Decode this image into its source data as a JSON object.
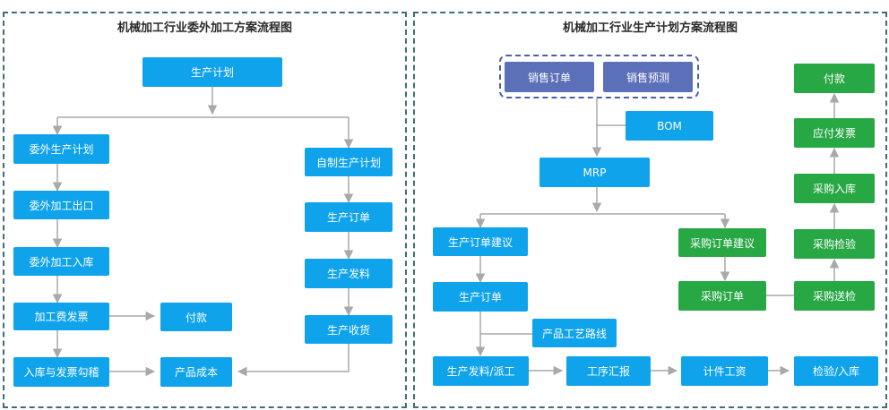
{
  "left": {
    "title": "机械加工行业委外加工方案流程图",
    "nodes": {
      "plan": "生产计划",
      "outsource_plan": "委外生产计划",
      "outsource_out": "委外加工出口",
      "outsource_in": "委外加工入库",
      "processing_invoice": "加工费发票",
      "payment": "付款",
      "inbound_invoice_check": "入库与发票勾稽",
      "product_cost": "产品成本",
      "self_plan": "自制生产计划",
      "production_order": "生产订单",
      "material_issue": "生产发料",
      "production_receipt": "生产收货"
    }
  },
  "right": {
    "title": "机械加工行业生产计划方案流程图",
    "nodes": {
      "sales_order": "销售订单",
      "sales_forecast": "销售预测",
      "bom": "BOM",
      "mrp": "MRP",
      "production_order_suggestion": "生产订单建议",
      "production_order": "生产订单",
      "process_route": "产品工艺路线",
      "issue_dispatch": "生产发料/派工",
      "process_report": "工序汇报",
      "piece_wage": "计件工资",
      "inspection_inbound": "检验/入库",
      "purchase_order_suggestion": "采购订单建议",
      "purchase_order": "采购订单",
      "purchase_delivery_inspection": "采购送检",
      "purchase_inspection": "采购检验",
      "purchase_inbound": "采购入库",
      "payable_invoice": "应付发票",
      "payment": "付款"
    }
  },
  "colors": {
    "border": "#3d6f78",
    "blue_node": "#0fa3ec",
    "green_node": "#28a745",
    "purple_node": "#5b70b8",
    "connector": "#a9a9a9"
  }
}
